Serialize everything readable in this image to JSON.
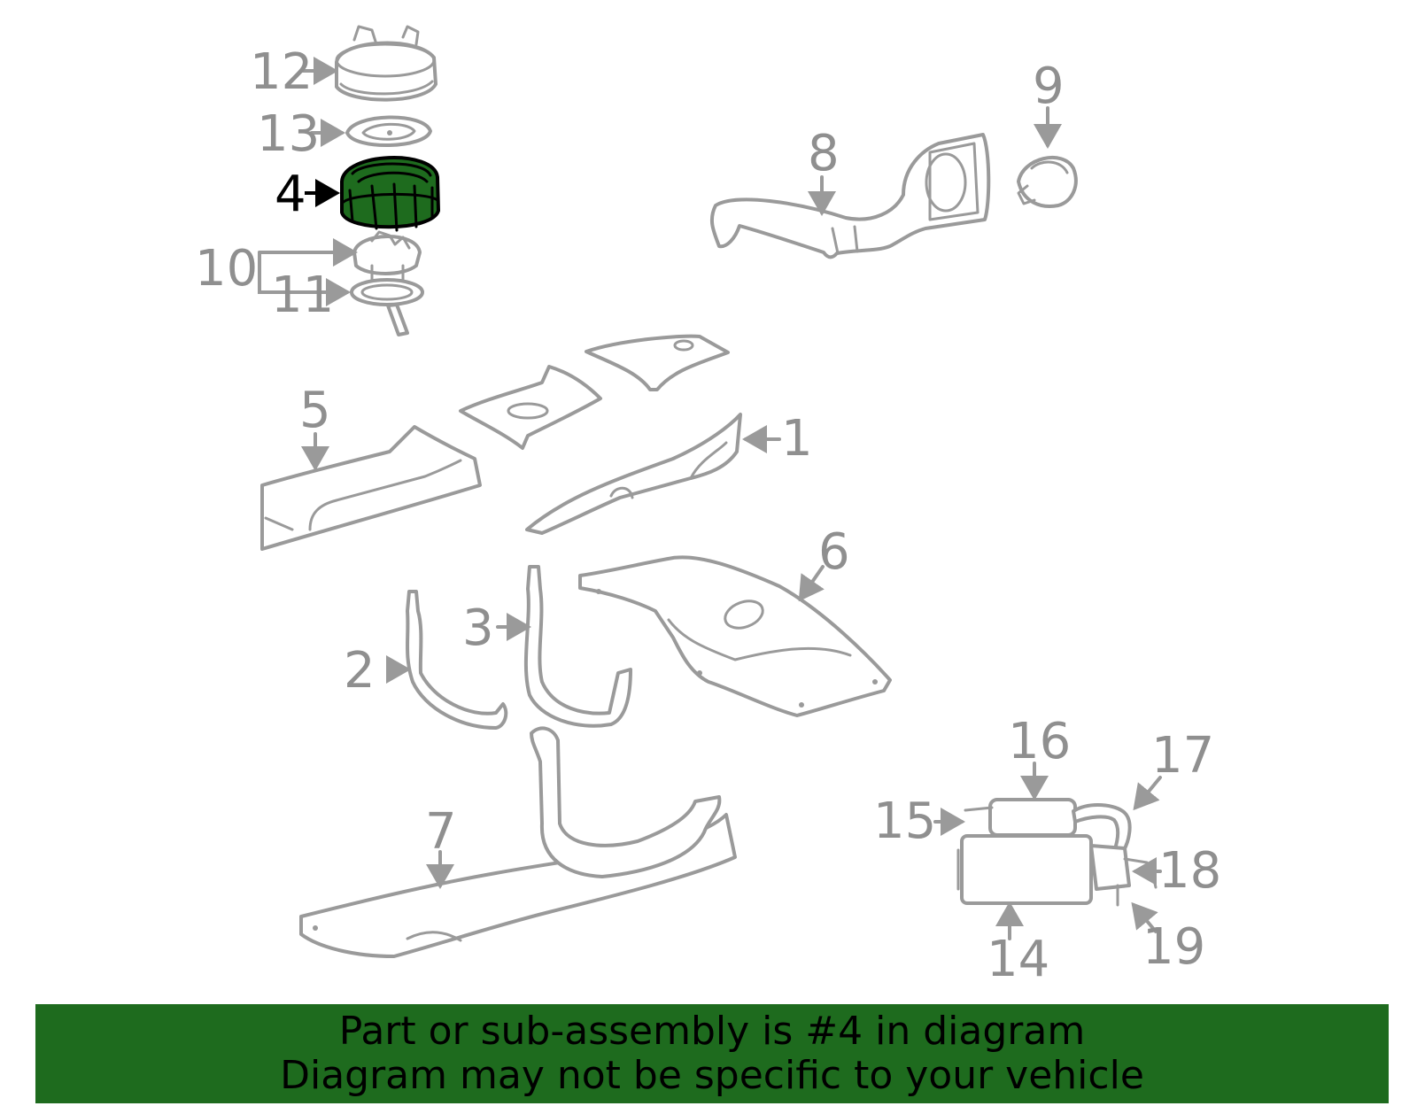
{
  "callouts": {
    "c1": "1",
    "c2": "2",
    "c3": "3",
    "c4": "4",
    "c5": "5",
    "c6": "6",
    "c7": "7",
    "c8": "8",
    "c9": "9",
    "c10": "10",
    "c11": "11",
    "c12": "12",
    "c13": "13",
    "c14": "14",
    "c15": "15",
    "c16": "16",
    "c17": "17",
    "c18": "18",
    "c19": "19"
  },
  "highlight": {
    "part": "4",
    "color": "#1e6b1e"
  },
  "banner": {
    "line1": "Part or sub-assembly is #4 in diagram",
    "line2": "Diagram may not be specific to your vehicle",
    "color": "#1e6b1e"
  }
}
